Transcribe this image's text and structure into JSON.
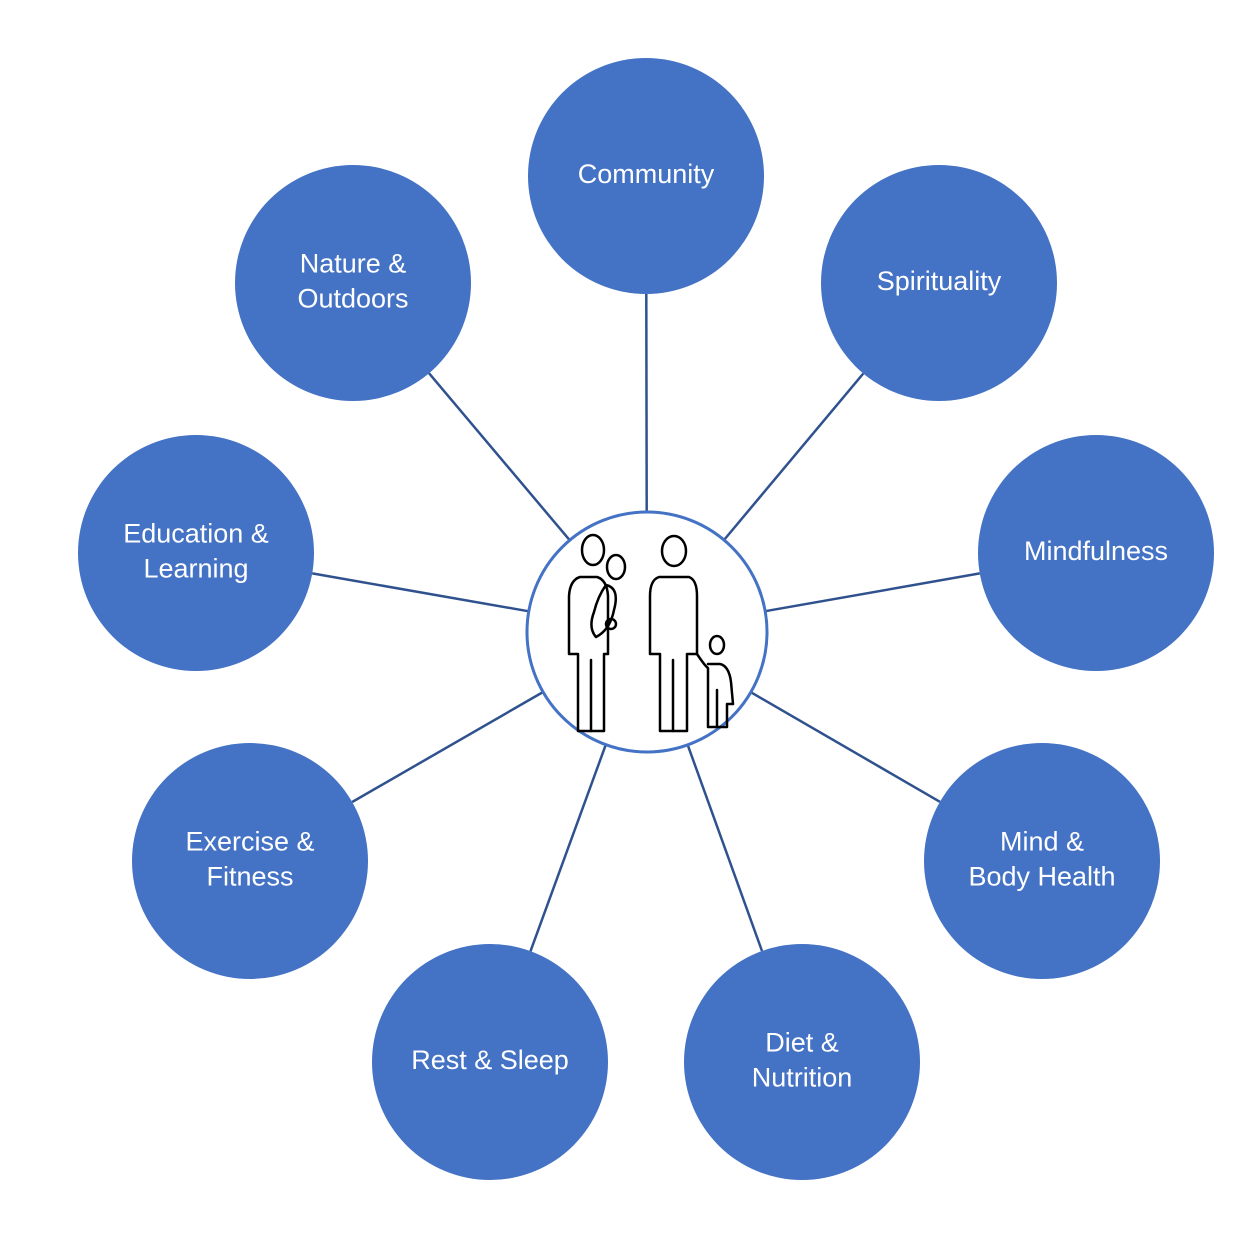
{
  "hub": {
    "icon": "family-icon"
  },
  "nodes": [
    {
      "id": "community",
      "lines": [
        "Community"
      ]
    },
    {
      "id": "spirituality",
      "lines": [
        "Spirituality"
      ]
    },
    {
      "id": "mindfulness",
      "lines": [
        "Mindfulness"
      ]
    },
    {
      "id": "mind-body-health",
      "lines": [
        "Mind &",
        "Body Health"
      ]
    },
    {
      "id": "diet-nutrition",
      "lines": [
        "Diet &",
        "Nutrition"
      ]
    },
    {
      "id": "rest-sleep",
      "lines": [
        "Rest & Sleep"
      ]
    },
    {
      "id": "exercise-fitness",
      "lines": [
        "Exercise &",
        "Fitness"
      ]
    },
    {
      "id": "education-learning",
      "lines": [
        "Education &",
        "Learning"
      ]
    },
    {
      "id": "nature-outdoors",
      "lines": [
        "Nature &",
        "Outdoors"
      ]
    }
  ],
  "colors": {
    "node_fill": "#4472c4",
    "connector": "#2f528f",
    "label": "#ffffff"
  }
}
